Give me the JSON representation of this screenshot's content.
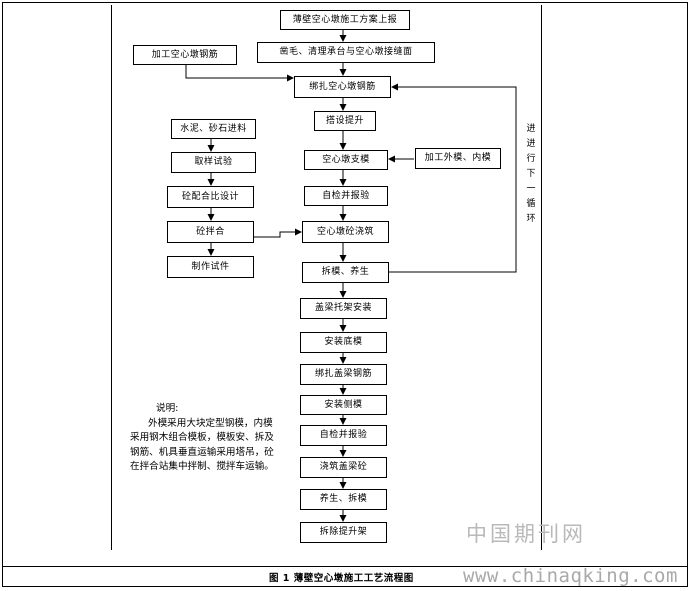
{
  "steps": {
    "report": "薄壁空心墩施工方案上报",
    "roughen": "凿毛、清理承台与空心墩接缝面",
    "process_rebar": "加工空心墩钢筋",
    "bind_rebar": "绑扎空心墩钢筋",
    "hoist": "搭设提升",
    "formwork": "空心墩支模",
    "outer_inner_form": "加工外模、内模",
    "self_check_1": "自检并报验",
    "pour": "空心墩砼浇筑",
    "demold": "拆模、养生",
    "materials": "水泥、砂石进料",
    "sampling": "取样试验",
    "mix_design": "砼配合比设计",
    "mixing": "砼拌合",
    "test_blocks": "制作试件",
    "beam_support": "盖梁托架安装",
    "bottom_form": "安装底模",
    "beam_rebar": "绑扎盖梁钢筋",
    "side_form": "安装侧模",
    "self_check_2": "自检并报验",
    "beam_pour": "浇筑盖梁砼",
    "cure_demold": "养生、拆模",
    "remove_frame": "拆除提升架"
  },
  "loop_label": [
    "进",
    "进",
    "行",
    "下",
    "一",
    "循",
    "环"
  ],
  "note": {
    "title": "说明:",
    "body": "外模采用大块定型钢模，内模采用钢木组合模板，模板安、拆及钢筋、机具垂直运输采用塔吊，砼在拌合站集中拌制、搅拌车运输。"
  },
  "caption": "图 1    薄壁空心墩施工工艺流程图",
  "watermark": {
    "cn": "中国期刊网",
    "url": "www.chinaqking.com"
  }
}
